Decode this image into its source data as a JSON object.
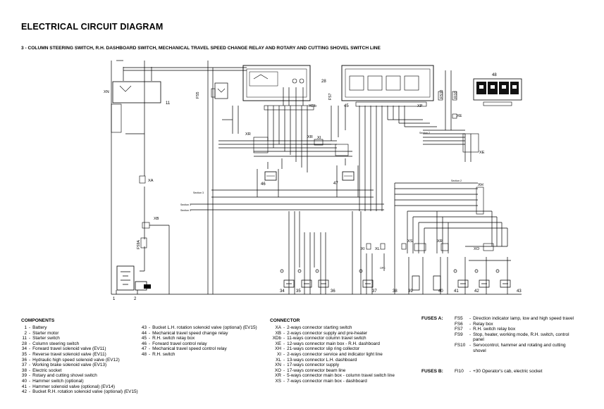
{
  "title": "ELECTRICAL CIRCUIT DIAGRAM",
  "subtitle": "3 - COLUMN STEERING SWITCH, R.H. DASHBOARD SWITCH, MECHANICAL TRAVEL SPEED CHANGE RELAY AND ROTARY AND CUTTING SHOVEL SWITCH LINE",
  "diagram": {
    "component_numbers": [
      "1",
      "2",
      "11",
      "28",
      "45",
      "48",
      "46",
      "47",
      "34",
      "35",
      "36",
      "37",
      "38",
      "39",
      "40",
      "41",
      "42",
      "43"
    ],
    "connector_labels": [
      "XN",
      "XDb",
      "XP",
      "XE",
      "XR",
      "XI",
      "XA",
      "XB",
      "XH",
      "XL",
      "XS",
      "XO"
    ],
    "fuse_labels": [
      "FS5",
      "FS7",
      "FS10",
      "FI10",
      "FS9A"
    ],
    "small_labels": [
      "Section 2",
      "Section 1",
      "Section 3",
      "OPC"
    ]
  },
  "components": {
    "heading": "COMPONENTS",
    "col1": [
      {
        "code": "1",
        "desc": "Battery"
      },
      {
        "code": "2",
        "desc": "Starter motor"
      },
      {
        "code": "11",
        "desc": "Starter switch"
      },
      {
        "code": "28",
        "desc": "Column steering switch"
      },
      {
        "code": "34",
        "desc": "Forward travel solenoid valve (EV11)"
      },
      {
        "code": "35",
        "desc": "Reverse travel solenoid valve (EV11)"
      },
      {
        "code": "36",
        "desc": "Hydraulic high speed solenoid valve (EV12)"
      },
      {
        "code": "37",
        "desc": "Working brake solenoid valve (EV13)"
      },
      {
        "code": "38",
        "desc": "Electric socket"
      },
      {
        "code": "39",
        "desc": "Rotary and cutting shovel switch"
      },
      {
        "code": "40",
        "desc": "Hammer switch (optional)"
      },
      {
        "code": "41",
        "desc": "Hammer solenoid valve (optional) (EV14)"
      },
      {
        "code": "42",
        "desc": "Bucket R.H. rotation solenoid valve (optional) (EV15)"
      }
    ],
    "col2": [
      {
        "code": "43",
        "desc": "Bucket L.H. rotation solenoid valve (optional) (EV15)"
      },
      {
        "code": "44",
        "desc": "Mechanical travel speed change relay"
      },
      {
        "code": "45",
        "desc": "R.H. switch relay box"
      },
      {
        "code": "46",
        "desc": "Forward travel control relay"
      },
      {
        "code": "47",
        "desc": "Mechanical travel speed control relay"
      },
      {
        "code": "48",
        "desc": "R.H. switch"
      }
    ]
  },
  "connectors": {
    "heading": "CONNECTOR",
    "items": [
      {
        "code": "XA",
        "desc": "2-ways connector starting switch"
      },
      {
        "code": "XB",
        "desc": "2-ways connector supply and pre-heater"
      },
      {
        "code": "XDb",
        "desc": "11-ways connector column travel switch"
      },
      {
        "code": "XE",
        "desc": "12-ways connector main box - R.H. dashboard"
      },
      {
        "code": "XH",
        "desc": "21-ways connector slip ring collector"
      },
      {
        "code": "XI",
        "desc": "2-ways connector service and indicator light line"
      },
      {
        "code": "XL",
        "desc": "13-ways connector L.H. dashboard"
      },
      {
        "code": "XN",
        "desc": "17-ways connector supply"
      },
      {
        "code": "XO",
        "desc": "17-ways connector beam line"
      },
      {
        "code": "XR",
        "desc": "5-ways connector main box - column travel switch line"
      },
      {
        "code": "XS",
        "desc": "7-ways connector main box - dashboard"
      }
    ]
  },
  "fuses": {
    "heading_a": "FUSES A:",
    "items_a": [
      {
        "code": "FS5",
        "desc": "Direction indicator lamp, low and high speed travel"
      },
      {
        "code": "FS6",
        "desc": "Relay box"
      },
      {
        "code": "FS7",
        "desc": "R.H. switch relay box"
      },
      {
        "code": "FS9",
        "desc": "Stop, heater, working mode, R.H. switch, control panel"
      },
      {
        "code": "FS10",
        "desc": "Servocontrol, hammer and rotating and cutting shovel"
      }
    ],
    "heading_b": "FUSES B:",
    "items_b": [
      {
        "code": "FI10",
        "desc": "+30 Operator's cab, electric socket"
      }
    ]
  }
}
